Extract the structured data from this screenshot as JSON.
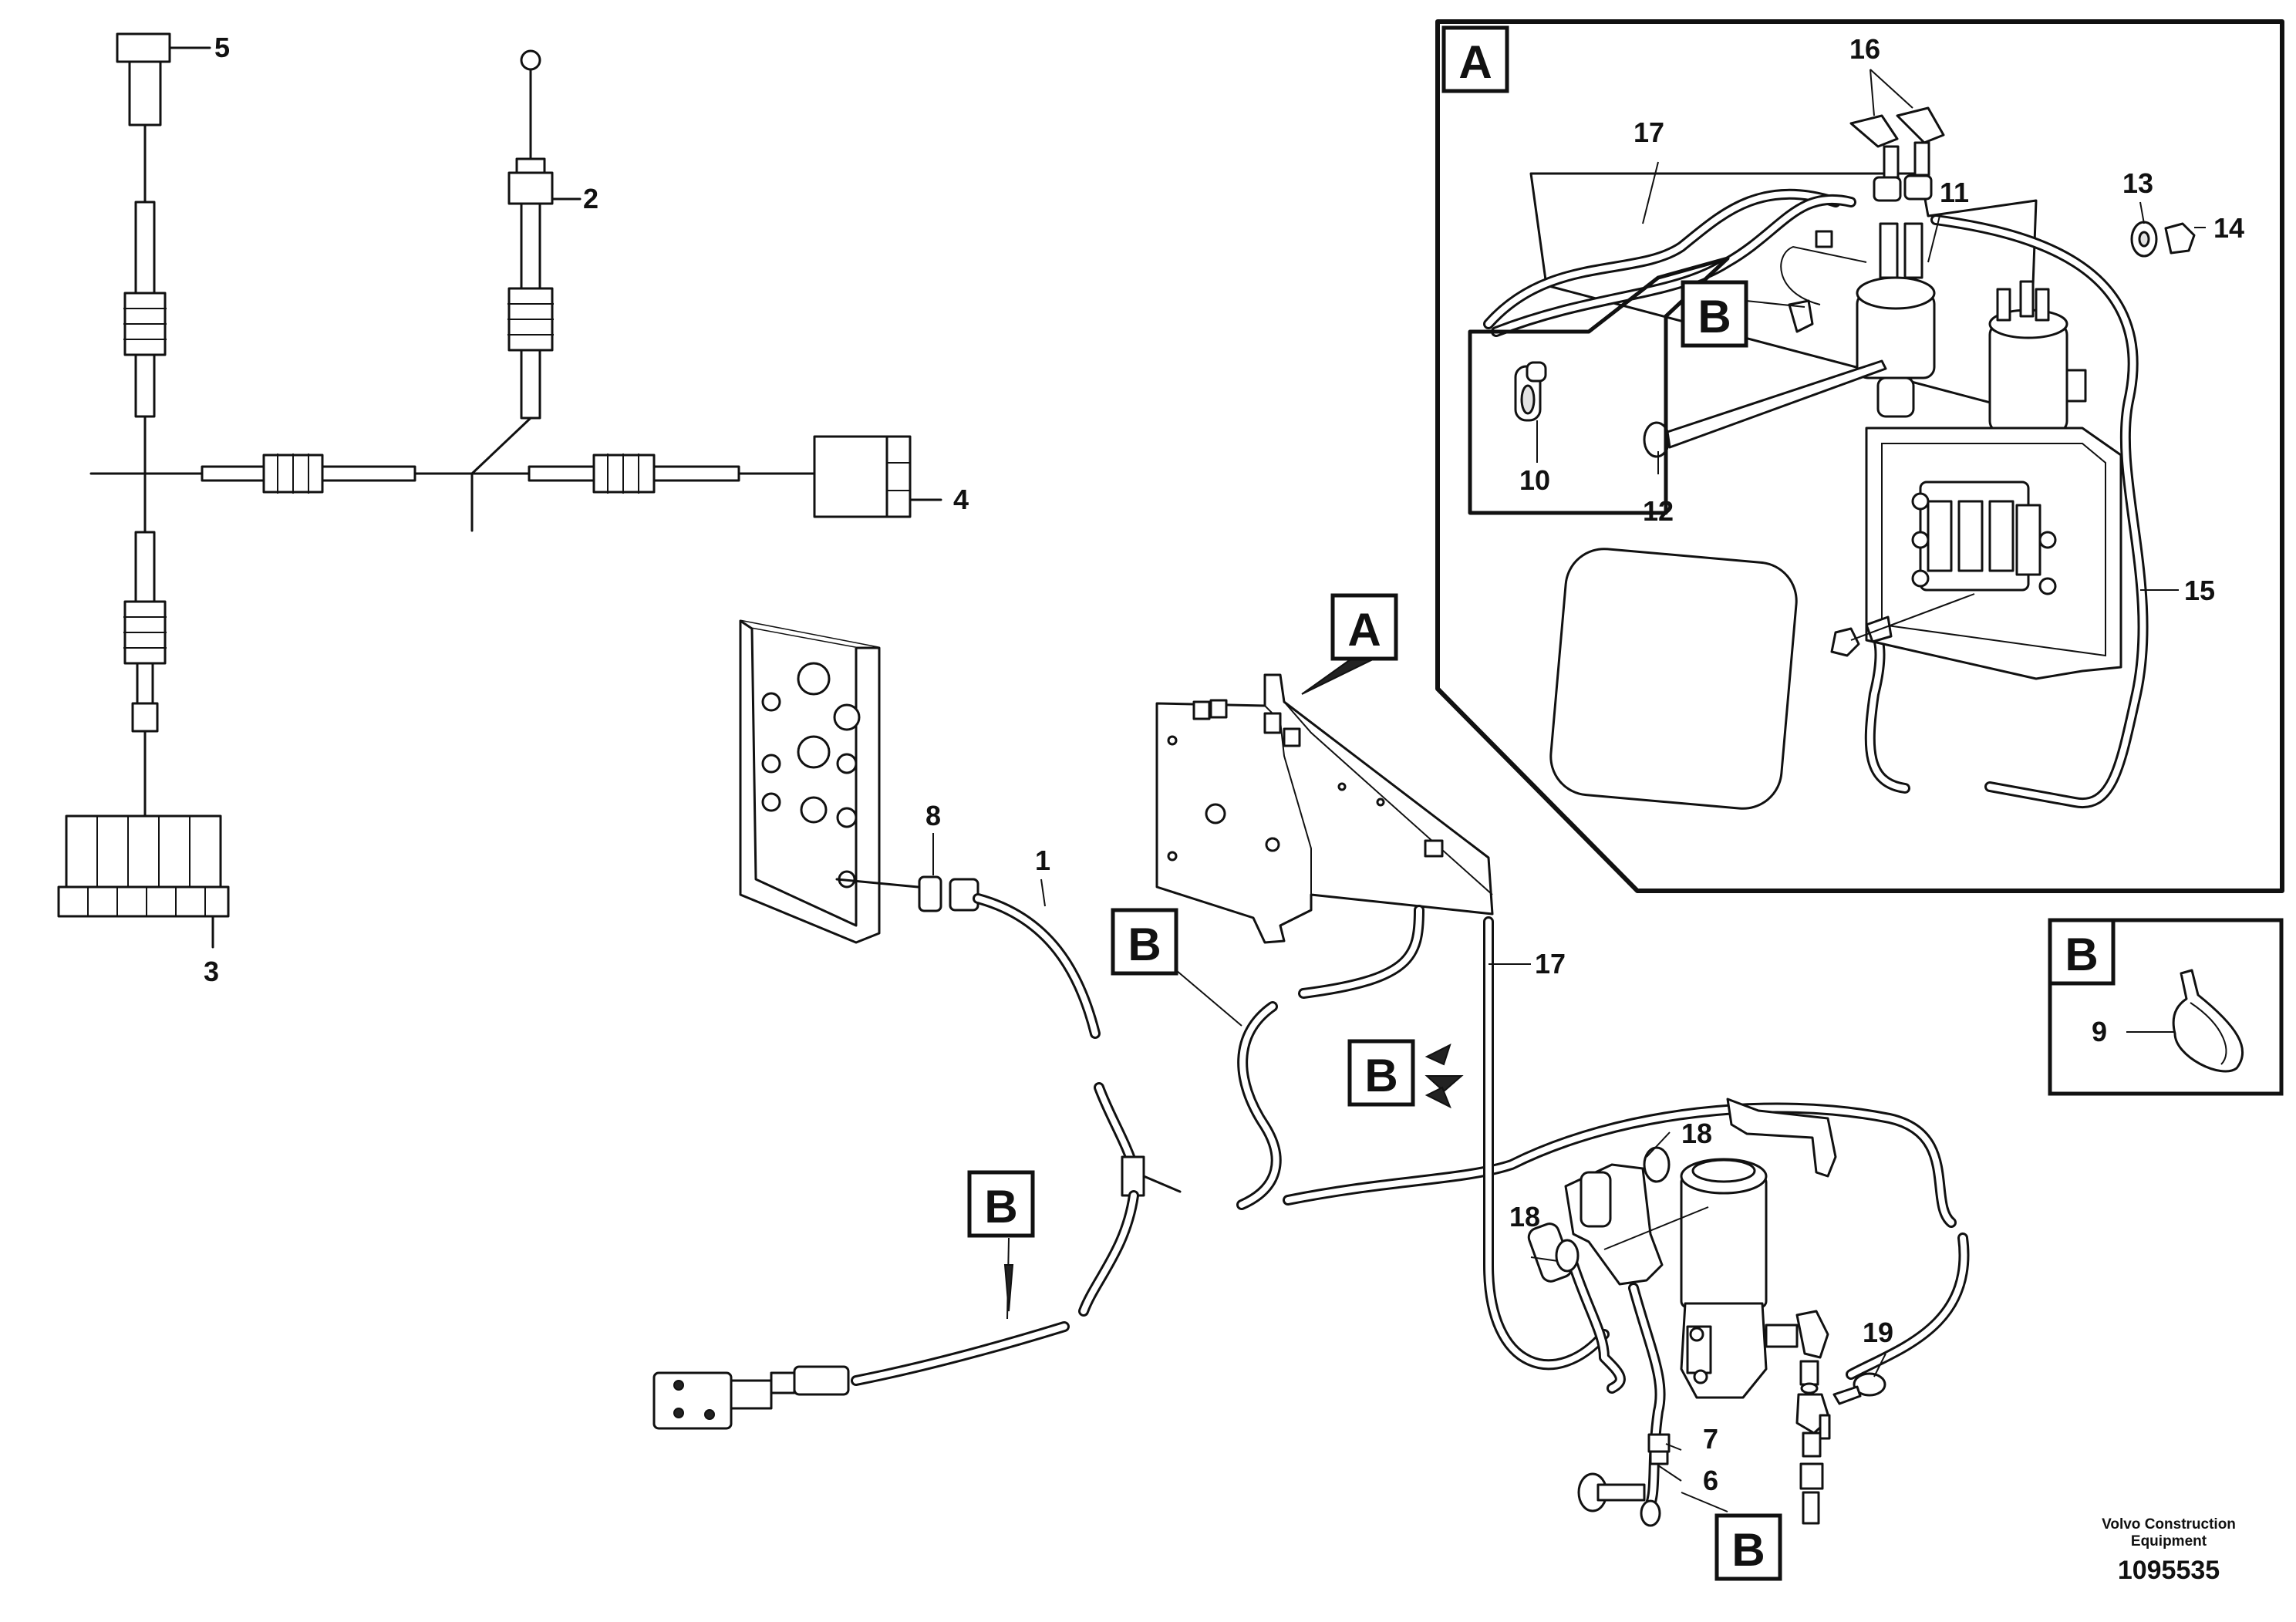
{
  "callouts": {
    "c1": "1",
    "c2": "2",
    "c3": "3",
    "c4": "4",
    "c5": "5",
    "c6": "6",
    "c7": "7",
    "c8": "8",
    "c9": "9",
    "c10": "10",
    "c11": "11",
    "c12": "12",
    "c13": "13",
    "c14": "14",
    "c15": "15",
    "c16": "16",
    "c17": "17",
    "c18": "18",
    "c19": "19"
  },
  "detail_labels": {
    "a": "A",
    "b": "B"
  },
  "credit": {
    "line1": "Volvo Construction",
    "line2": "Equipment"
  },
  "drawing_number": "1095535"
}
